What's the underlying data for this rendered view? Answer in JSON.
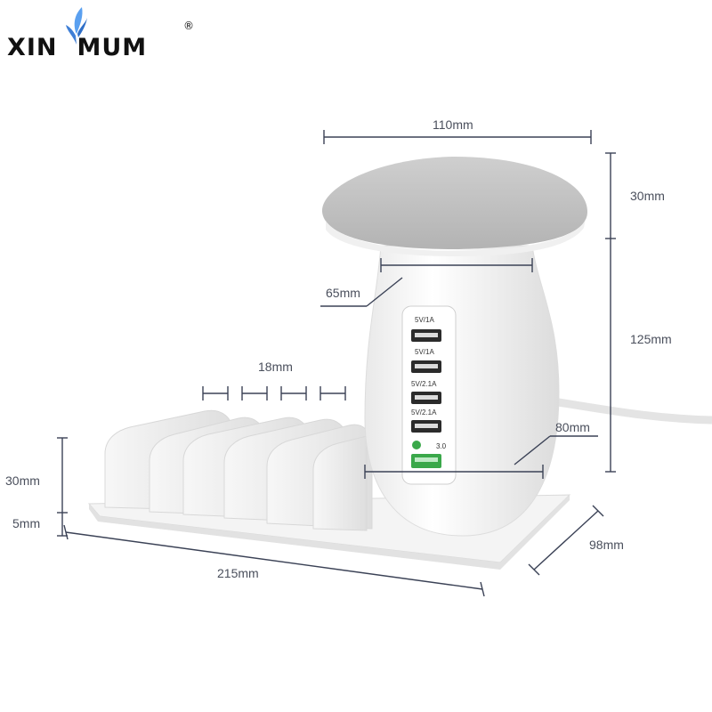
{
  "brand": {
    "name_part1": "XIN",
    "name_part2": "MUM",
    "trademark": "®"
  },
  "dimensions": {
    "cap_width": "110mm",
    "cap_height": "30mm",
    "neck_width": "65mm",
    "body_height": "125mm",
    "slot_gap": "18mm",
    "base_width_body": "80mm",
    "slot_height": "30mm",
    "base_thickness": "5mm",
    "base_length": "215mm",
    "base_depth": "98mm"
  },
  "usb_ports": [
    {
      "label": "5V/1A"
    },
    {
      "label": "5V/1A"
    },
    {
      "label": "5V/2.1A"
    },
    {
      "label": "5V/2.1A"
    },
    {
      "label": "3.0"
    }
  ],
  "colors": {
    "product": "#ffffff",
    "cap": "#bdbdbd",
    "qc_port": "#3aa84a",
    "dim_line": "#3b4256"
  }
}
